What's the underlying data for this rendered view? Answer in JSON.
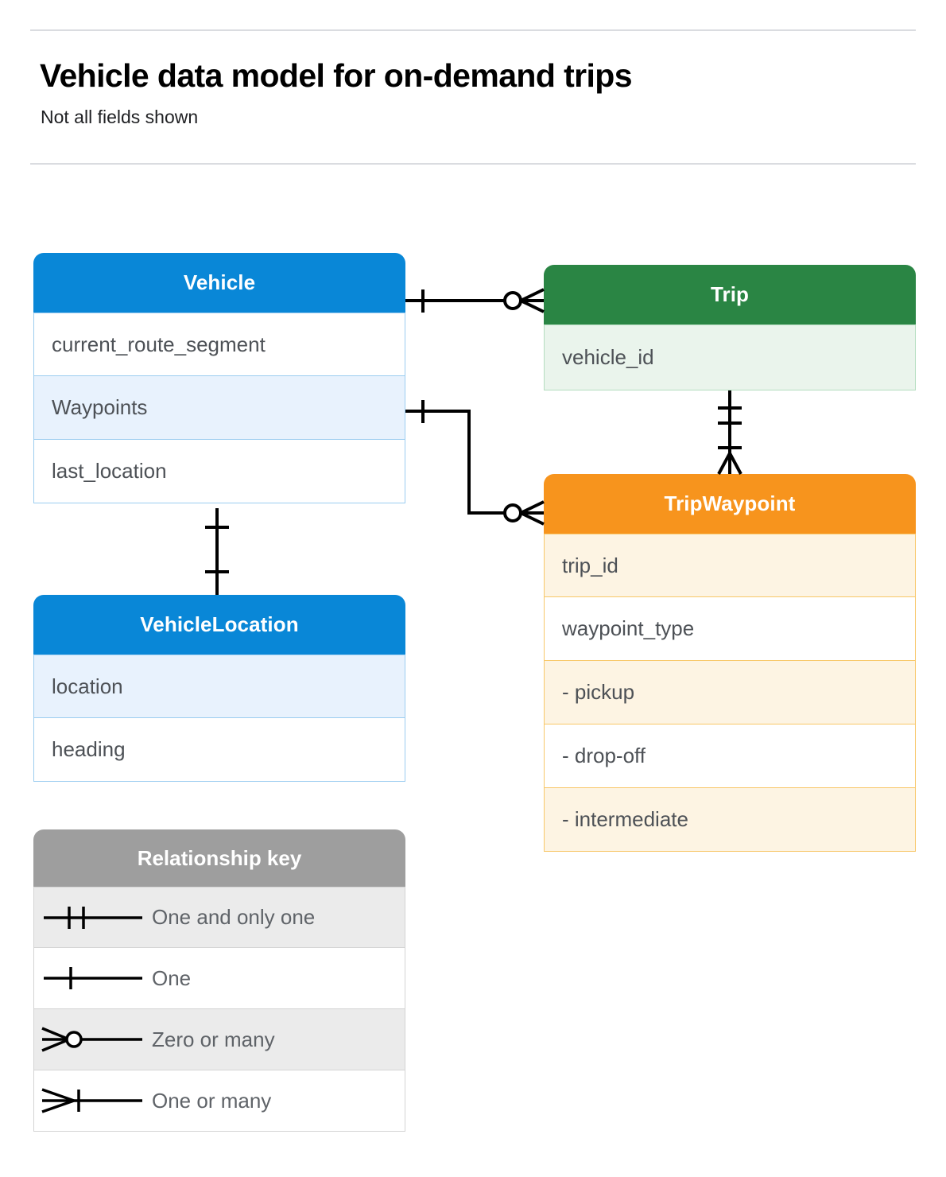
{
  "header": {
    "title": "Vehicle data model for on-demand trips",
    "subtitle": "Not all fields shown"
  },
  "colors": {
    "blue": "#0987d7",
    "blue_row": "#e8f2fd",
    "blue_border": "#9ccdf0",
    "green": "#2a8544",
    "green_row": "#eaf4ec",
    "green_border": "#b4ddbf",
    "orange": "#f7941d",
    "orange_row": "#fdf4e3",
    "orange_border": "#f8c768",
    "legend_header": "#9e9e9e",
    "legend_row": "#ebebeb",
    "text": "#4d5156",
    "rule": "#dadce0"
  },
  "entities": {
    "vehicle": {
      "title": "Vehicle",
      "fields": [
        {
          "label": "current_route_segment",
          "highlighted": false
        },
        {
          "label": "Waypoints",
          "highlighted": true
        },
        {
          "label": "last_location",
          "highlighted": false
        }
      ]
    },
    "trip": {
      "title": "Trip",
      "fields": [
        {
          "label": "vehicle_id",
          "highlighted": true
        }
      ]
    },
    "trip_waypoint": {
      "title": "TripWaypoint",
      "fields": [
        {
          "label": "trip_id",
          "highlighted": true
        },
        {
          "label": "waypoint_type",
          "highlighted": false
        },
        {
          "label": "-  pickup",
          "highlighted": true
        },
        {
          "label": "-  drop-off",
          "highlighted": false
        },
        {
          "label": "-  intermediate",
          "highlighted": true
        }
      ]
    },
    "vehicle_location": {
      "title": "VehicleLocation",
      "fields": [
        {
          "label": "location",
          "highlighted": true
        },
        {
          "label": "heading",
          "highlighted": false
        }
      ]
    }
  },
  "legend": {
    "title": "Relationship key",
    "rows": [
      {
        "label": "One and only one",
        "notation": "one-and-only-one"
      },
      {
        "label": "One",
        "notation": "one"
      },
      {
        "label": "Zero or many",
        "notation": "zero-or-many"
      },
      {
        "label": "One or many",
        "notation": "one-or-many"
      }
    ]
  },
  "relationships": [
    {
      "from": "Vehicle",
      "to": "Trip",
      "from_notation": "one",
      "to_notation": "zero-or-many"
    },
    {
      "from": "Vehicle.Waypoints",
      "to": "TripWaypoint",
      "from_notation": "one",
      "to_notation": "zero-or-many"
    },
    {
      "from": "Trip",
      "to": "TripWaypoint",
      "from_notation": "one-and-only-one",
      "to_notation": "one-or-many"
    },
    {
      "from": "Vehicle.last_location",
      "to": "VehicleLocation",
      "from_notation": "one",
      "to_notation": "one"
    }
  ]
}
